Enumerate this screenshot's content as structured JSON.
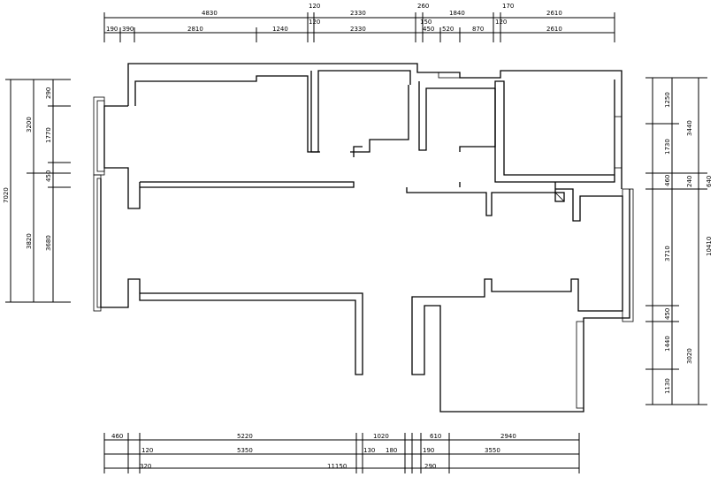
{
  "dims": {
    "top1": [
      "4830",
      "120",
      "2330",
      "260",
      "1840",
      "170",
      "2610"
    ],
    "top2": [
      "190",
      "390",
      "2810",
      "1240",
      "120",
      "2330",
      "150",
      "450",
      "520",
      "870",
      "120",
      "2610"
    ],
    "left_outer": [
      "7020"
    ],
    "left_mid": [
      "3200",
      "3820"
    ],
    "left_inner": [
      "290",
      "1770",
      "450",
      "3680"
    ],
    "right_inner": [
      "1250",
      "1730",
      "460",
      "3710",
      "450",
      "1440",
      "1130"
    ],
    "right_mid": [
      "3440",
      "240",
      "3020"
    ],
    "right_outer": [
      "640",
      "10410"
    ],
    "bottom1": [
      "460",
      "5220",
      "1020",
      "610",
      "2940"
    ],
    "bottom2": [
      "120",
      "5350",
      "130",
      "180",
      "190",
      "3550"
    ],
    "bottom3": [
      "320",
      "11150",
      "290"
    ]
  }
}
